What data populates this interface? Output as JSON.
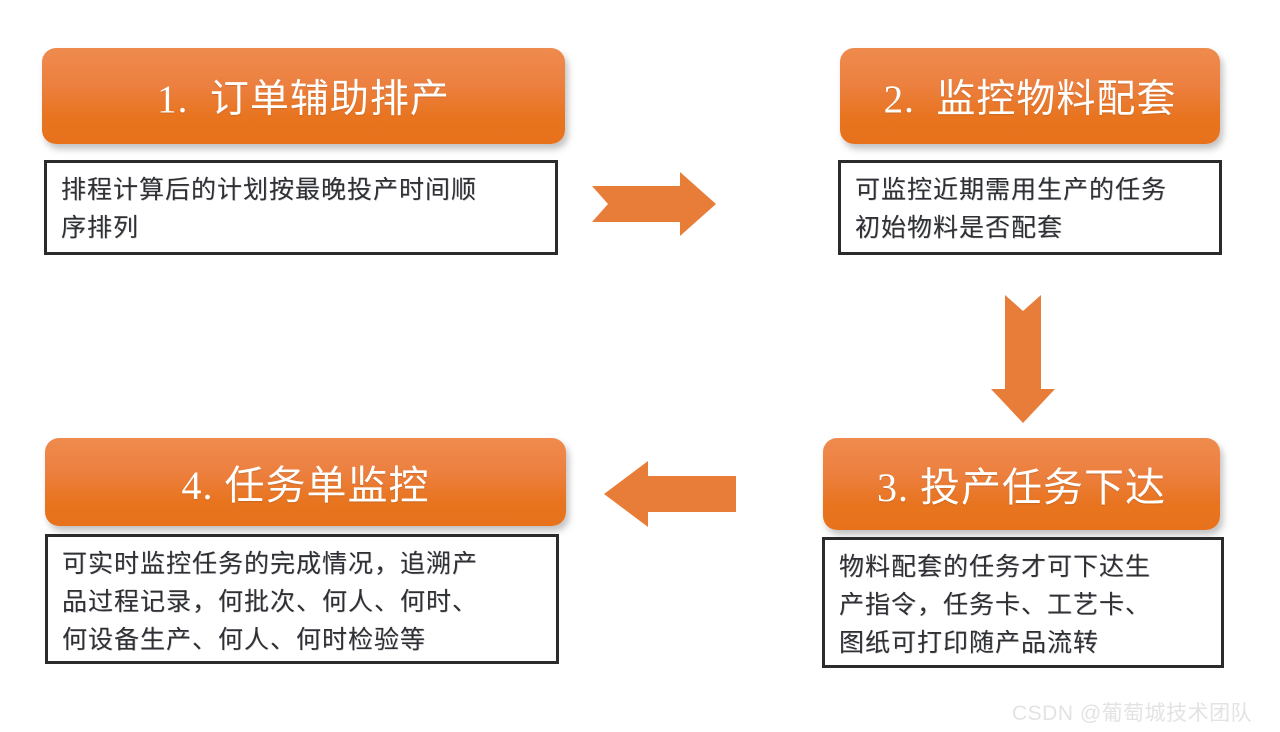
{
  "theme": {
    "accent_orange": "#E8741F",
    "accent_orange_light": "#EF8B4E",
    "arrow_color": "#E87D39",
    "box_border": "#2B2B2B",
    "text_color": "#2E3033",
    "header_text_color": "#FFFFFF",
    "background": "#FFFFFF",
    "watermark_color": "#E3E3E3"
  },
  "steps": [
    {
      "id": "step-1",
      "title": "1.  订单辅助排产",
      "description": "排程计算后的计划按最晚投产时间顺\n序排列"
    },
    {
      "id": "step-2",
      "title": "2.  监控物料配套",
      "description": "可监控近期需用生产的任务\n初始物料是否配套"
    },
    {
      "id": "step-3",
      "title": "3. 投产任务下达",
      "description": "物料配套的任务才可下达生\n产指令，任务卡、工艺卡、\n图纸可打印随产品流转"
    },
    {
      "id": "step-4",
      "title": "4. 任务单监控",
      "description": "可实时监控任务的完成情况，追溯产\n品过程记录，何批次、何人、何时、\n何设备生产、何人、何时检验等"
    }
  ],
  "connectors": [
    {
      "id": "connector-1-to-2",
      "direction": "right",
      "icon": "arrow-right-icon"
    },
    {
      "id": "connector-2-to-3",
      "direction": "down",
      "icon": "arrow-down-icon"
    },
    {
      "id": "connector-3-to-4",
      "direction": "left",
      "icon": "arrow-left-icon"
    }
  ],
  "watermark": {
    "text": "CSDN @葡萄城技术团队"
  }
}
